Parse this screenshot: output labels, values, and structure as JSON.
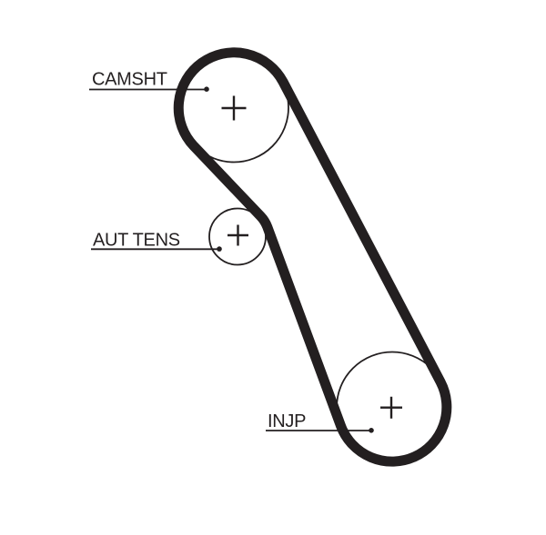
{
  "diagram": {
    "type": "timing-belt-routing-diagram",
    "background_color": "#ffffff",
    "line_color": "#231f20",
    "belt": {
      "name": "timing-belt"
    },
    "pulleys": [
      {
        "id": "camshaft",
        "label": "CAMSHT",
        "center_marker": "plus-cross"
      },
      {
        "id": "automatic-tensioner",
        "label": "AUT TENS",
        "center_marker": "plus-cross"
      },
      {
        "id": "injection-pump",
        "label": "INJP",
        "center_marker": "plus-cross"
      }
    ]
  }
}
